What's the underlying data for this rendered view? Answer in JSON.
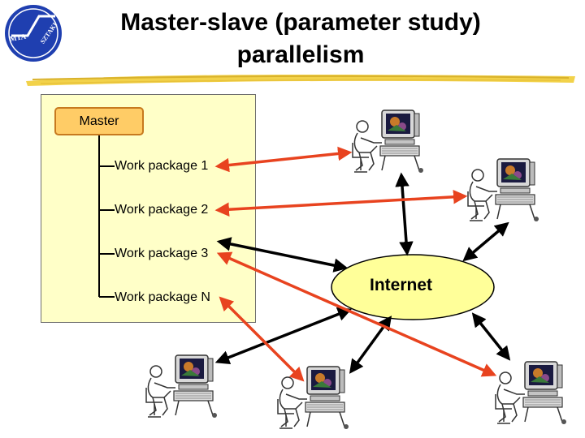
{
  "slide": {
    "title_line1": "Master-slave (parameter study)",
    "title_line2": "parallelism",
    "logo": {
      "left_text": "MTA",
      "right_text": "SZTAKI",
      "icon": "institute-logo-icon"
    }
  },
  "master": {
    "label": "Master"
  },
  "work_packages": [
    {
      "label": "Work package 1"
    },
    {
      "label": "Work package 2"
    },
    {
      "label": "Work package 3"
    },
    {
      "label": "Work package N"
    }
  ],
  "network": {
    "label": "Internet",
    "fill": "#ffff99"
  },
  "workers": [
    {
      "icon": "workstation-user-icon"
    },
    {
      "icon": "workstation-user-icon"
    },
    {
      "icon": "workstation-user-icon"
    },
    {
      "icon": "workstation-user-icon"
    },
    {
      "icon": "workstation-user-icon"
    }
  ],
  "colors": {
    "panel": "#ffffc8",
    "master_box": "#ffcc66",
    "red_arrow": "#e8431f",
    "black_arrow": "#000000"
  }
}
